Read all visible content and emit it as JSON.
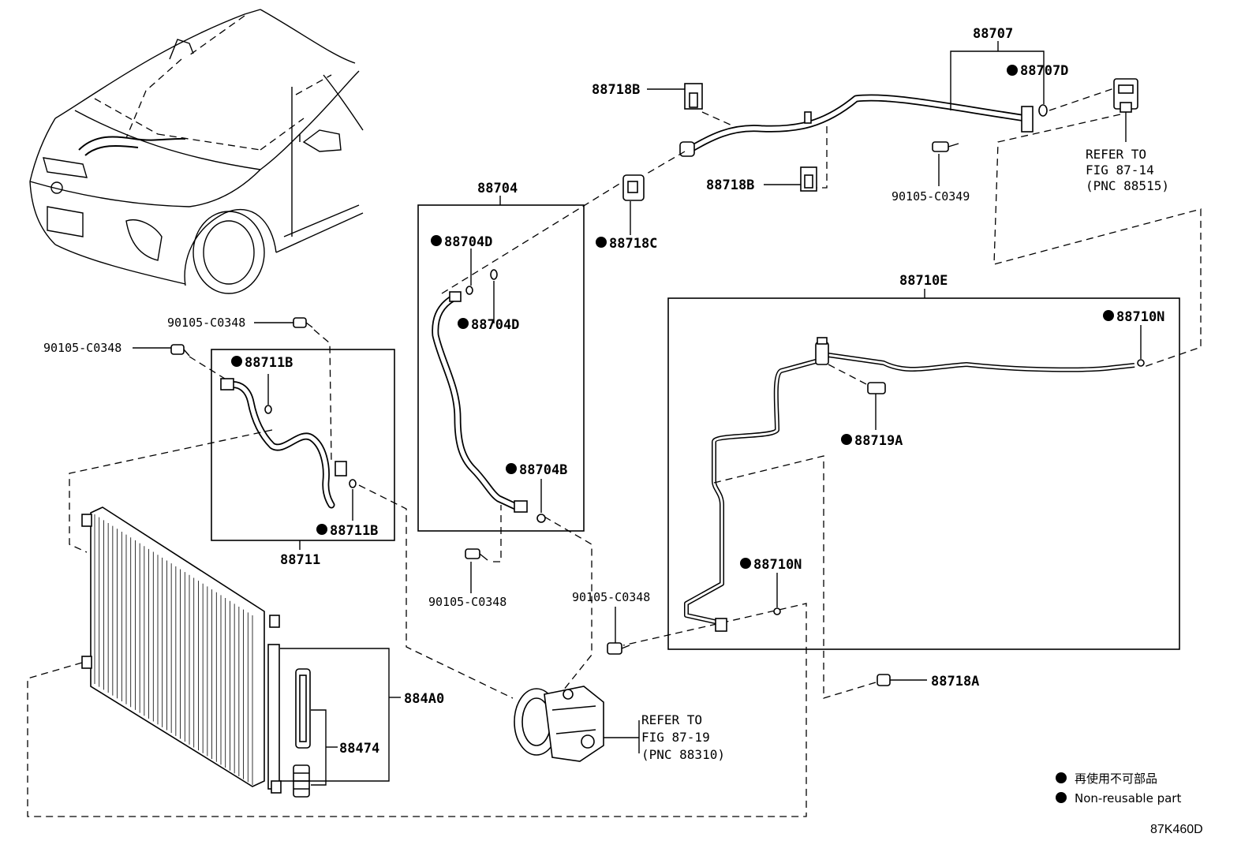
{
  "labels": {
    "p88707": "88707",
    "p88707D": "88707D",
    "p88718B_top": "88718B",
    "p88718B_mid": "88718B",
    "p88718C": "88718C",
    "p88704": "88704",
    "p88704D_a": "88704D",
    "p88704D_b": "88704D",
    "p88704B": "88704B",
    "b90105_C0349": "90105-C0349",
    "b90105_C0348_a": "90105-C0348",
    "b90105_C0348_b": "90105-C0348",
    "b90105_C0348_c": "90105-C0348",
    "b90105_C0348_d": "90105-C0348",
    "p88711B_a": "88711B",
    "p88711B_b": "88711B",
    "p88711": "88711",
    "p88710E": "88710E",
    "p88710N_a": "88710N",
    "p88710N_b": "88710N",
    "p88719A": "88719A",
    "p88718A": "88718A",
    "p884A0": "884A0",
    "p88474": "88474"
  },
  "refs": {
    "ref1": [
      "REFER TO",
      "FIG 87-14",
      "(PNC 88515)"
    ],
    "ref2": [
      "REFER TO",
      "FIG 87-19",
      "(PNC 88310)"
    ]
  },
  "legend": {
    "jp": "再使用不可部品",
    "en": "Non-reusable part"
  },
  "figure_code": "87K460D"
}
